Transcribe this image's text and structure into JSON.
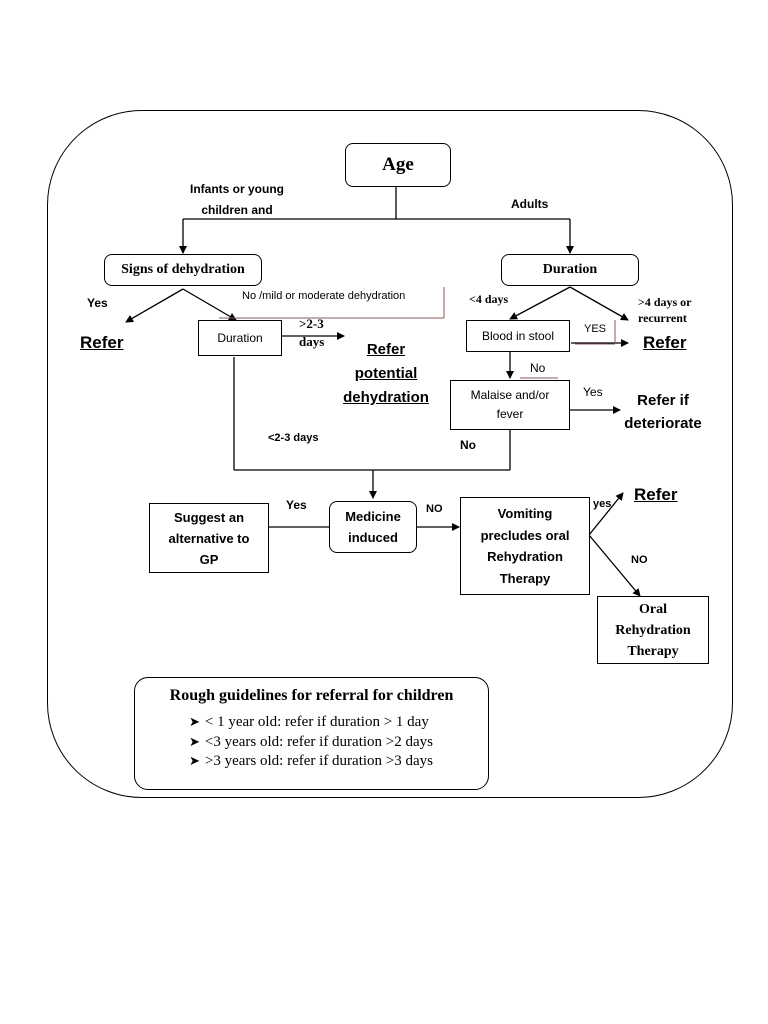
{
  "nodes": {
    "age": "Age",
    "signs_of_dehydration": "Signs of dehydration",
    "duration_adults": "Duration",
    "duration_children": "Duration",
    "blood_in_stool": "Blood in stool",
    "malaise_line1": "Malaise and/or",
    "malaise_line2": "fever",
    "suggest_line1": "Suggest an",
    "suggest_line2": "alternative to",
    "suggest_line3": "GP",
    "medicine_line1": "Medicine",
    "medicine_line2": "induced",
    "vomiting_line1": "Vomiting",
    "vomiting_line2": "precludes oral",
    "vomiting_line3": "Rehydration",
    "vomiting_line4": "Therapy",
    "ort_line1": "Oral",
    "ort_line2": "Rehydration",
    "ort_line3": "Therapy"
  },
  "edge_labels": {
    "infants_line1": "Infants or young",
    "infants_line2": "children and",
    "adults": "Adults",
    "yes_dehydration": "Yes",
    "no_mild_moderate": "No /mild or moderate dehydration",
    "gt_2_3_line1": ">2-3",
    "gt_2_3_line2": "days",
    "lt_2_3_days": "<2-3 days",
    "lt_4_days": "<4 days",
    "gt_4_line1": ">4 days or",
    "gt_4_line2": "recurrent",
    "yes_blood": "YES",
    "no_blood": "No",
    "yes_malaise": "Yes",
    "no_malaise": "No",
    "yes_medicine": "Yes",
    "no_medicine": "NO",
    "yes_vomiting": "yes",
    "no_vomiting": "NO"
  },
  "outcomes": {
    "refer_left": "Refer",
    "refer_potential_line1": "Refer",
    "refer_potential_line2": "potential",
    "refer_potential_line3": "dehydration",
    "refer_adults": "Refer",
    "refer_if_line1": "Refer if",
    "refer_if_line2": "deteriorate",
    "refer_vomiting": "Refer"
  },
  "guidelines": {
    "title": "Rough guidelines for referral for children",
    "items": [
      "< 1 year old: refer if duration > 1 day",
      "<3 years old: refer if duration >2 days",
      ">3 years old: refer if duration >3 days"
    ]
  }
}
